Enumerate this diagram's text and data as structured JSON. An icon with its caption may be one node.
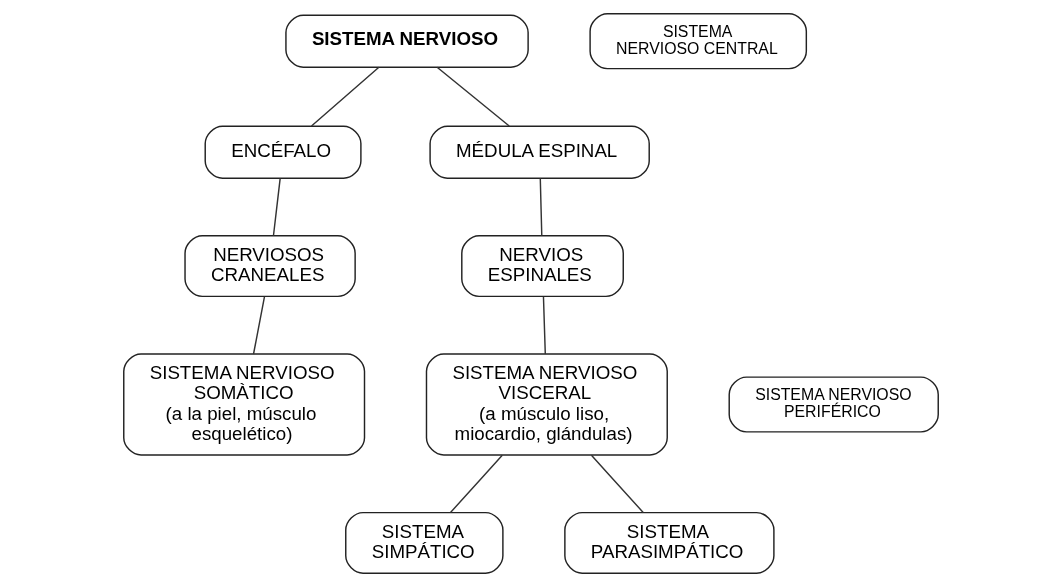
{
  "diagram": {
    "nodes": [
      {
        "text": [
          "SISTEMA NERVIOSO"
        ]
      },
      {
        "text": [
          "SISTEMA NERVIOSO CENTRAL"
        ]
      },
      {
        "text": [
          "ENCÉFALO"
        ]
      },
      {
        "text": [
          "MÉDULA ESPINAL"
        ]
      },
      {
        "text": [
          "NERVIOSOS CRANEALES"
        ]
      },
      {
        "text": [
          "NERVIOS ESPINALES"
        ]
      },
      {
        "text": [
          "SISTEMA NERVIOSO PERIFÉRICO"
        ]
      },
      {
        "text": [
          "SISTEMA NERVIOSO SOMÀTICO",
          "(a la piel, músculo esquelético)"
        ]
      },
      {
        "text": [
          "SISTEMA NERVIOSO VISCERAL",
          "(a músculo liso, miocardio, glándulas)"
        ]
      },
      {
        "text": [
          "SISTEMA SIMPÁTICO"
        ]
      },
      {
        "text": [
          "SISTEMA PARASIMPÁTICO"
        ]
      }
    ],
    "edges": [
      {
        "from": 0,
        "to": 2,
        "arrow": "none"
      },
      {
        "from": 0,
        "to": 3,
        "arrow": "none"
      },
      {
        "from": 2,
        "to": 4,
        "arrow": "none"
      },
      {
        "from": 3,
        "to": 5,
        "arrow": "none"
      },
      {
        "from": 4,
        "to": 7,
        "arrow": "none"
      },
      {
        "from": 5,
        "to": 8,
        "arrow": "none"
      },
      {
        "from": 8,
        "to": 9,
        "arrow": "none"
      },
      {
        "from": 8,
        "to": 10,
        "arrow": "none"
      }
    ]
  }
}
